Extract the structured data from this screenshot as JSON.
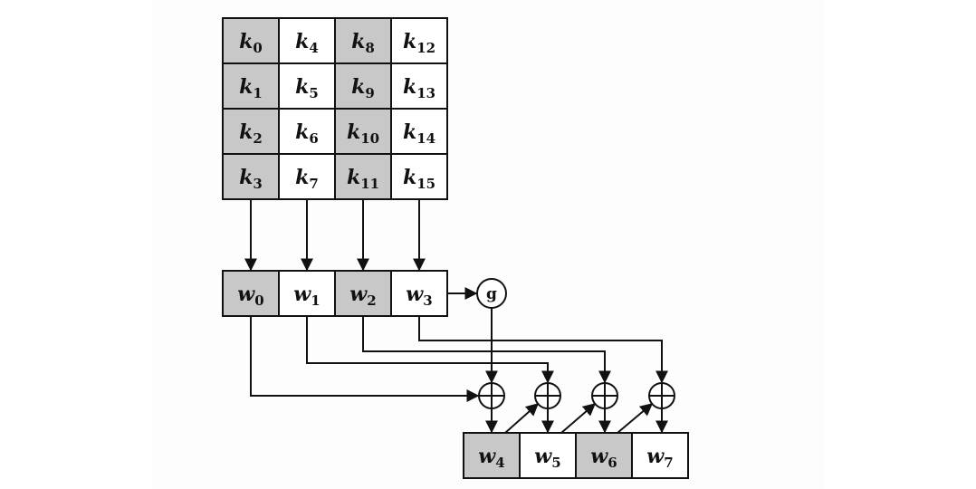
{
  "colors": {
    "shaded": "#c8c8c8",
    "plain": "#ffffff",
    "stroke": "#111111",
    "panel": "#fdfdfd"
  },
  "key_matrix": {
    "columns": [
      [
        {
          "base": "k",
          "sub": "0"
        },
        {
          "base": "k",
          "sub": "1"
        },
        {
          "base": "k",
          "sub": "2"
        },
        {
          "base": "k",
          "sub": "3"
        }
      ],
      [
        {
          "base": "k",
          "sub": "4"
        },
        {
          "base": "k",
          "sub": "5"
        },
        {
          "base": "k",
          "sub": "6"
        },
        {
          "base": "k",
          "sub": "7"
        }
      ],
      [
        {
          "base": "k",
          "sub": "8"
        },
        {
          "base": "k",
          "sub": "9"
        },
        {
          "base": "k",
          "sub": "10"
        },
        {
          "base": "k",
          "sub": "11"
        }
      ],
      [
        {
          "base": "k",
          "sub": "12"
        },
        {
          "base": "k",
          "sub": "13"
        },
        {
          "base": "k",
          "sub": "14"
        },
        {
          "base": "k",
          "sub": "15"
        }
      ]
    ],
    "shaded_columns": [
      0,
      2
    ]
  },
  "words_in": [
    {
      "base": "w",
      "sub": "0",
      "shaded": true
    },
    {
      "base": "w",
      "sub": "1",
      "shaded": false
    },
    {
      "base": "w",
      "sub": "2",
      "shaded": true
    },
    {
      "base": "w",
      "sub": "3",
      "shaded": false
    }
  ],
  "words_out": [
    {
      "base": "w",
      "sub": "4",
      "shaded": true
    },
    {
      "base": "w",
      "sub": "5",
      "shaded": false
    },
    {
      "base": "w",
      "sub": "6",
      "shaded": true
    },
    {
      "base": "w",
      "sub": "7",
      "shaded": false
    }
  ],
  "g_function": {
    "label": "g"
  },
  "xor_count": 4
}
